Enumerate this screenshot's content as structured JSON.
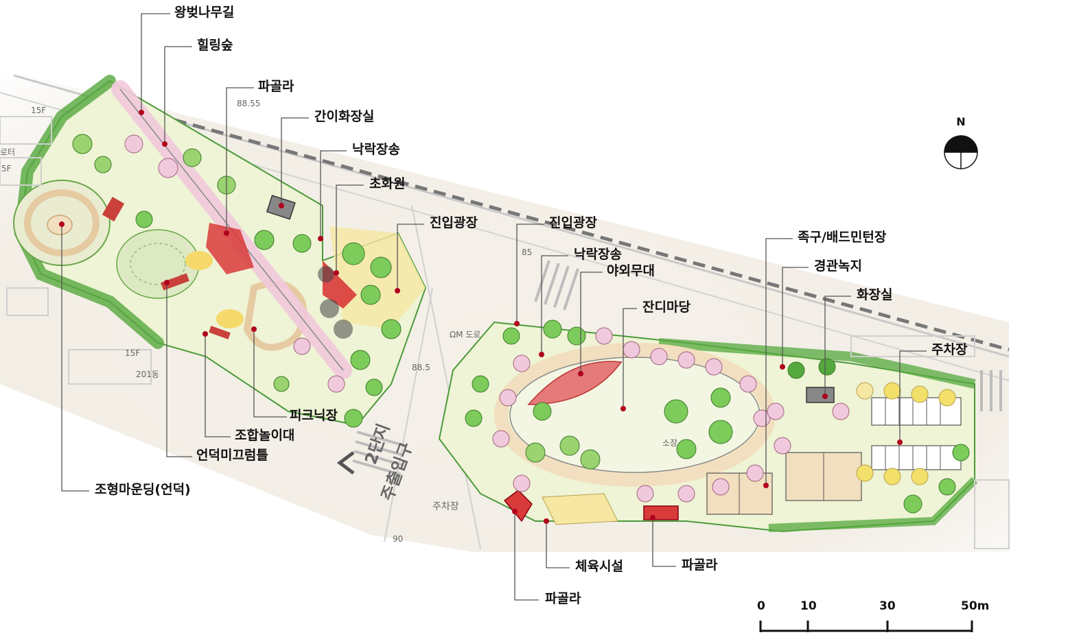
{
  "labels": {
    "cherry_path": "왕벚나무길",
    "healing_forest": "힐링숲",
    "pergola_1": "파골라",
    "simple_toilet": "간이화장실",
    "deciduous_pine_1": "낙락장송",
    "flower_garden": "초화원",
    "entry_plaza_1": "진입광장",
    "entry_plaza_2": "진입광장",
    "deciduous_pine_2": "낙락장송",
    "outdoor_stage": "야외무대",
    "lawn_yard": "잔디마당",
    "foot_volley_badminton": "족구/배드민턴장",
    "landscape_green": "경관녹지",
    "toilet": "화장실",
    "parking": "주차장",
    "picnic_area": "피크닉장",
    "combined_playground": "조합놀이대",
    "hill_slide": "언덕미끄럼틀",
    "sculpted_mounding": "조형마운딩(언덕)",
    "fitness_facility": "체육시설",
    "pergola_2": "파골라",
    "pergola_3": "파골라"
  },
  "map_text": {
    "complex_entrance_line1": "2단지",
    "complex_entrance_line2": "주출입구",
    "parking_lot": "주차장",
    "road_width": "ΩM 도로",
    "elev_1": "88.5",
    "elev_2": "90",
    "elev_3": "85",
    "elev_4": "88.55",
    "floor_1": "15F",
    "floor_2": "15F",
    "floor_3": "5F",
    "bldg_no": "201동",
    "rotary": "로터",
    "sojang": "소장"
  },
  "north_arrow": {
    "label": "N"
  },
  "scale_bar": {
    "ticks": [
      "0",
      "10",
      "30",
      "50m"
    ]
  },
  "colors": {
    "leader_line": "#555555",
    "marker": "#b0001c",
    "lawn": "#eef4d5",
    "tree_green": "#7dcb5a",
    "cherry_pink": "#f1c9dc",
    "pergola_red": "#d93a3a",
    "plaza_yellow": "#f6e7a3",
    "paving_tan": "#f2dfbf"
  }
}
